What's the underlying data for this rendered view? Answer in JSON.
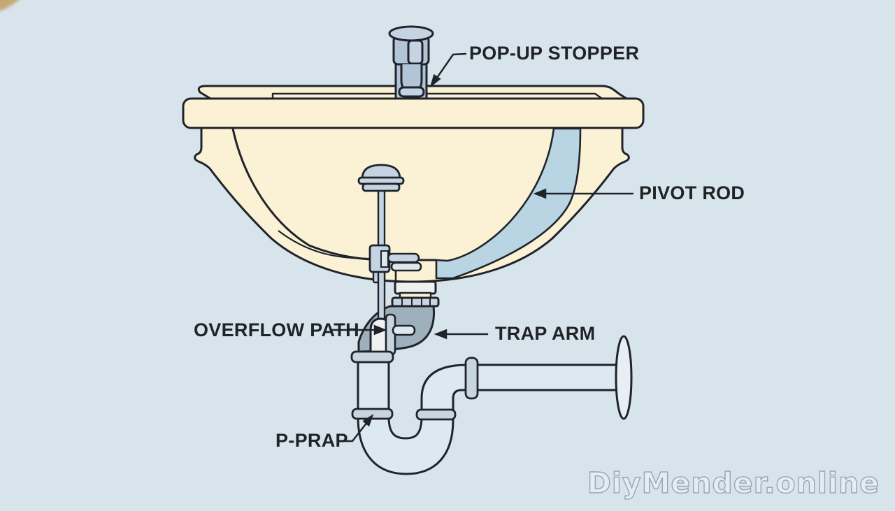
{
  "diagram": {
    "subject": "Bathroom sink pop-up drain and P-trap plumbing cross-section",
    "labels": [
      {
        "id": "pop-up-stopper",
        "text": "POP-UP STOPPER"
      },
      {
        "id": "pivot-rod",
        "text": "PIVOT ROD"
      },
      {
        "id": "overflow-path",
        "text": "OVERFLOW PATH"
      },
      {
        "id": "trap-arm",
        "text": "TRAP ARM"
      },
      {
        "id": "p-trap",
        "text": "P-PRAP"
      }
    ],
    "watermark": "DiyMender.online",
    "colors": {
      "background": "#d8e4ec",
      "ceramic": "#fbf2d5",
      "channel": "#b9d4e3",
      "fixture": "#c5d4e2",
      "fixture_dark": "#b2c5d7",
      "fixture_light": "#dde7ee",
      "pipe": "#dce9f2",
      "pipe_light": "#e6eff5",
      "coupling": "#c6d5e0",
      "elbow_gray": "#9fb0bd",
      "elbow_white": "#eff1f0",
      "outline": "#20242a",
      "label": "#1f2326",
      "watermark": "#7c94a3",
      "corner_smudge": "#c49e63"
    }
  }
}
